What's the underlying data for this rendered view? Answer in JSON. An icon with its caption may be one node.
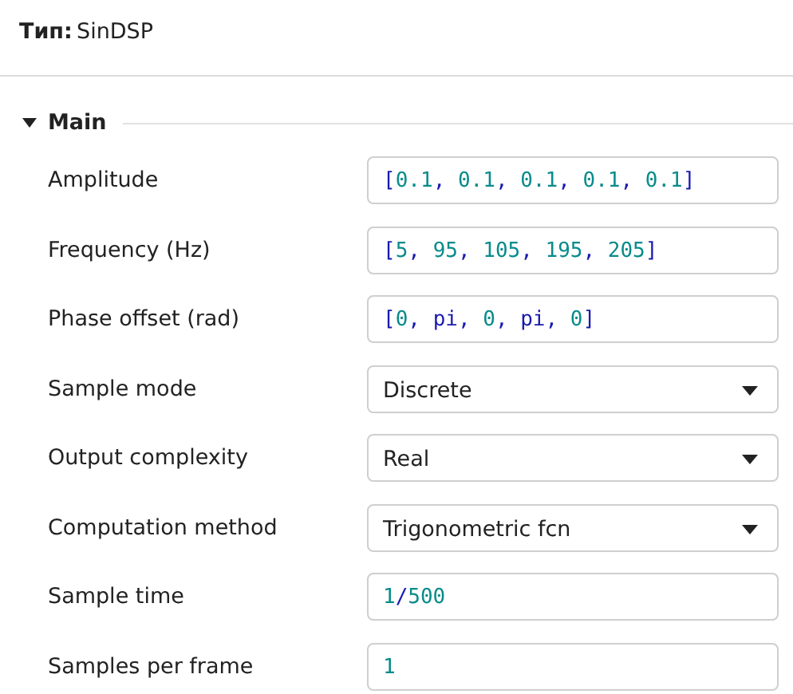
{
  "diagram": {
    "title": "Тип: SinDSP",
    "nodes": [
      {
        "text": [
          "[0.1, 0.1, 0.1, 0.1, 0.1]"
        ]
      },
      {
        "text": [
          "[5, 95, 105, 195, 205]"
        ]
      },
      {
        "text": [
          "[0, pi, 0, pi, 0]"
        ]
      },
      {
        "text": [
          "Discrete"
        ]
      },
      {
        "text": [
          "Real"
        ]
      },
      {
        "text": [
          "Trigonometric fcn"
        ]
      },
      {
        "text": [
          "1/500"
        ]
      },
      {
        "text": [
          "1"
        ]
      }
    ],
    "edges": [],
    "labels": [
      "Main",
      "Amplitude",
      "Frequency (Hz)",
      "Phase offset (rad)",
      "Sample mode",
      "Output complexity",
      "Computation method",
      "Sample time",
      "Samples per frame"
    ]
  }
}
